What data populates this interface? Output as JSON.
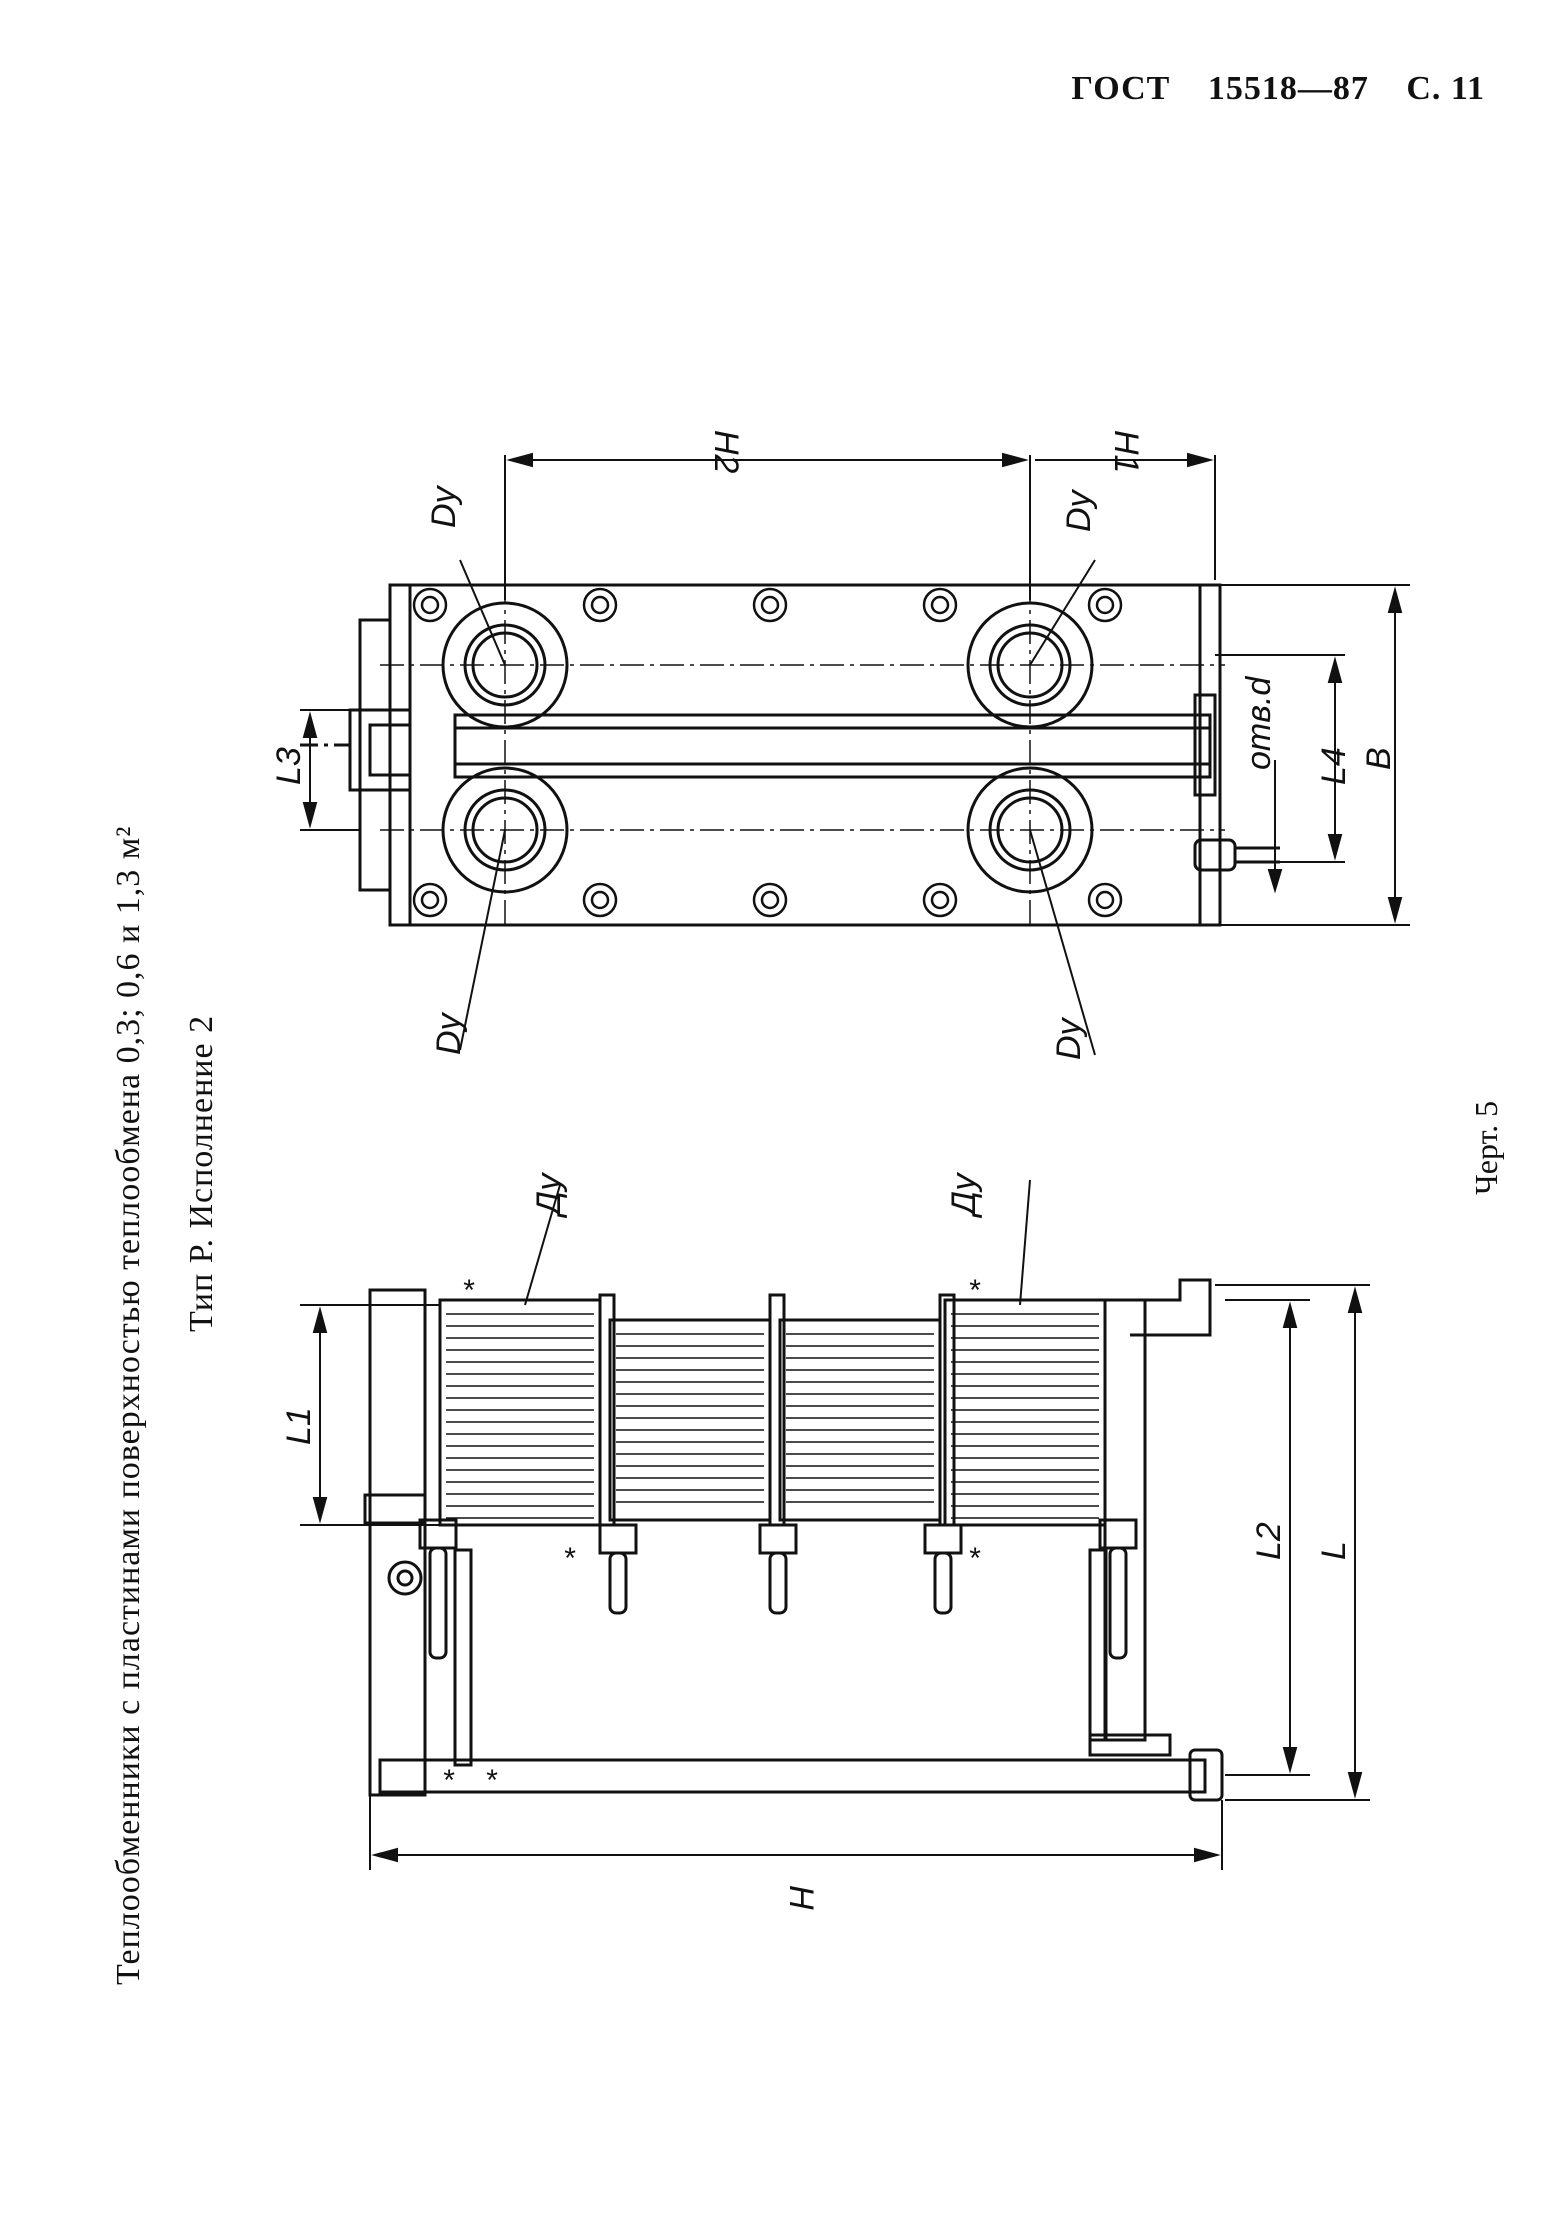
{
  "header": {
    "standard": "ГОСТ",
    "number": "15518—87",
    "page": "С. 11"
  },
  "title": "Теплообменники с пластинами поверхностью теплообмена 0,3; 0,6 и 1,3 м²",
  "subtitle": "Тип Р. Исполнение 2",
  "figure_label": "Черт. 5",
  "labels": {
    "dy": "Dy",
    "dy_alt": "Ду",
    "h2": "H2",
    "h1": "H1",
    "l3": "L3",
    "l4": "L4",
    "b": "B",
    "holes": "отв.d",
    "l1": "L1",
    "l2": "L2",
    "l": "L",
    "h": "H",
    "star": "*"
  }
}
